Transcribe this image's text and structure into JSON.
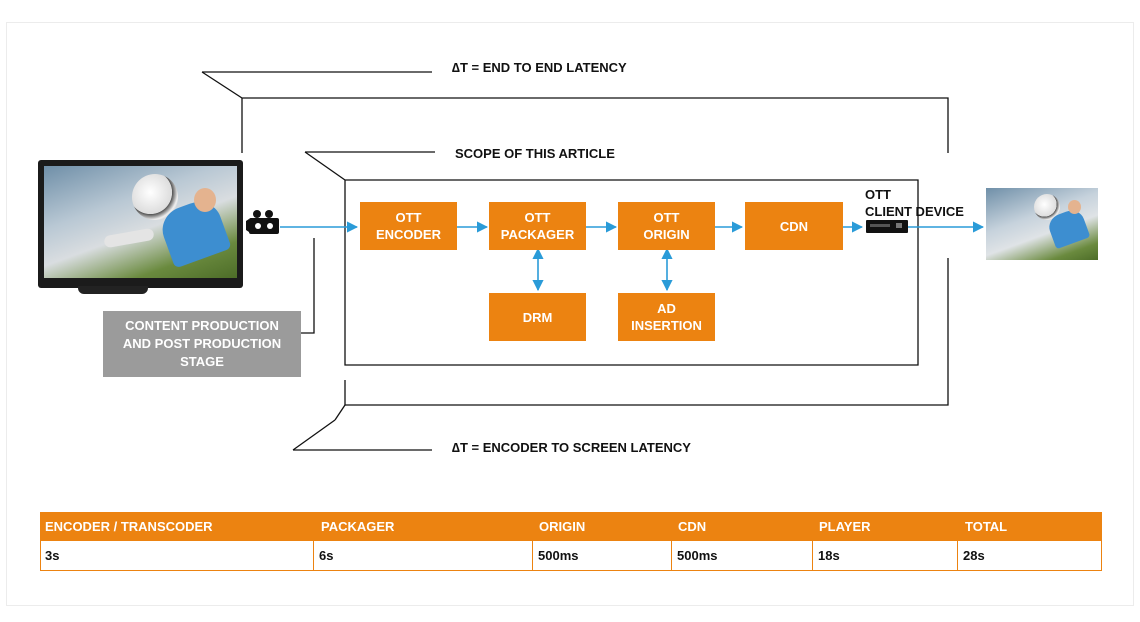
{
  "labels": {
    "end_to_end": "∆T = END TO END LATENCY",
    "scope": "SCOPE OF THIS ARTICLE",
    "encoder_to_screen": "∆T = ENCODER TO SCREEN LATENCY",
    "client_device": "OTT\nCLIENT DEVICE"
  },
  "boxes": {
    "encoder": "OTT\nENCODER",
    "packager": "OTT\nPACKAGER",
    "origin": "OTT\nORIGIN",
    "cdn": "CDN",
    "drm": "DRM",
    "ad_insertion": "AD\nINSERTION",
    "content_production": "CONTENT PRODUCTION\nAND POST PRODUCTION\nSTAGE"
  },
  "colors": {
    "accent": "#ec8311",
    "arrow": "#2a9bd8",
    "gray_box": "#9b9b9b"
  },
  "table": {
    "headers": [
      "ENCODER / TRANSCODER",
      "PACKAGER",
      "ORIGIN",
      "CDN",
      "PLAYER",
      "TOTAL"
    ],
    "values": [
      "3s",
      "6s",
      "500ms",
      "500ms",
      "18s",
      "28s"
    ]
  }
}
